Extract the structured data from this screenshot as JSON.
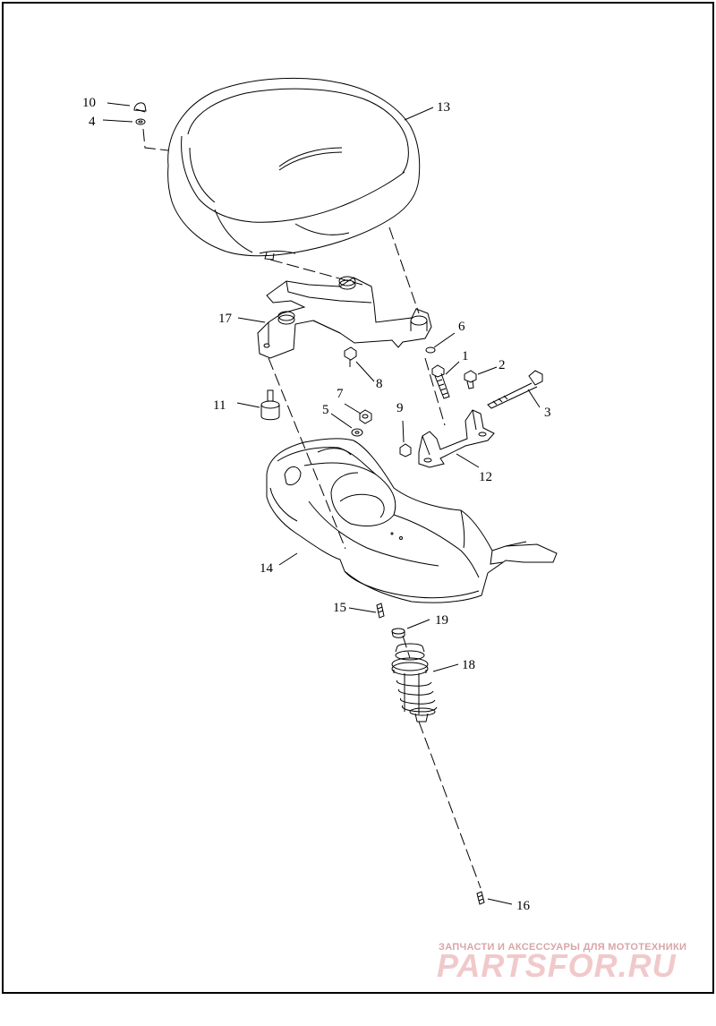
{
  "diagram": {
    "callouts": [
      {
        "id": "c1",
        "label": "1"
      },
      {
        "id": "c2",
        "label": "2"
      },
      {
        "id": "c3",
        "label": "3"
      },
      {
        "id": "c4",
        "label": "4"
      },
      {
        "id": "c5",
        "label": "5"
      },
      {
        "id": "c6",
        "label": "6"
      },
      {
        "id": "c7",
        "label": "7"
      },
      {
        "id": "c8",
        "label": "8"
      },
      {
        "id": "c9",
        "label": "9"
      },
      {
        "id": "c10",
        "label": "10"
      },
      {
        "id": "c11",
        "label": "11"
      },
      {
        "id": "c12",
        "label": "12"
      },
      {
        "id": "c13",
        "label": "13"
      },
      {
        "id": "c14",
        "label": "14"
      },
      {
        "id": "c15",
        "label": "15"
      },
      {
        "id": "c16",
        "label": "16"
      },
      {
        "id": "c17",
        "label": "17"
      },
      {
        "id": "c18",
        "label": "18"
      },
      {
        "id": "c19",
        "label": "19"
      }
    ]
  },
  "watermark": {
    "tagline": "ЗАПЧАСТИ И АКСЕССУАРЫ ДЛЯ МОТОТЕХНИКИ",
    "brand": "PARTSFOR.RU"
  },
  "colors": {
    "line": "#000000",
    "background": "#ffffff",
    "watermark": "#e8a9ad"
  }
}
